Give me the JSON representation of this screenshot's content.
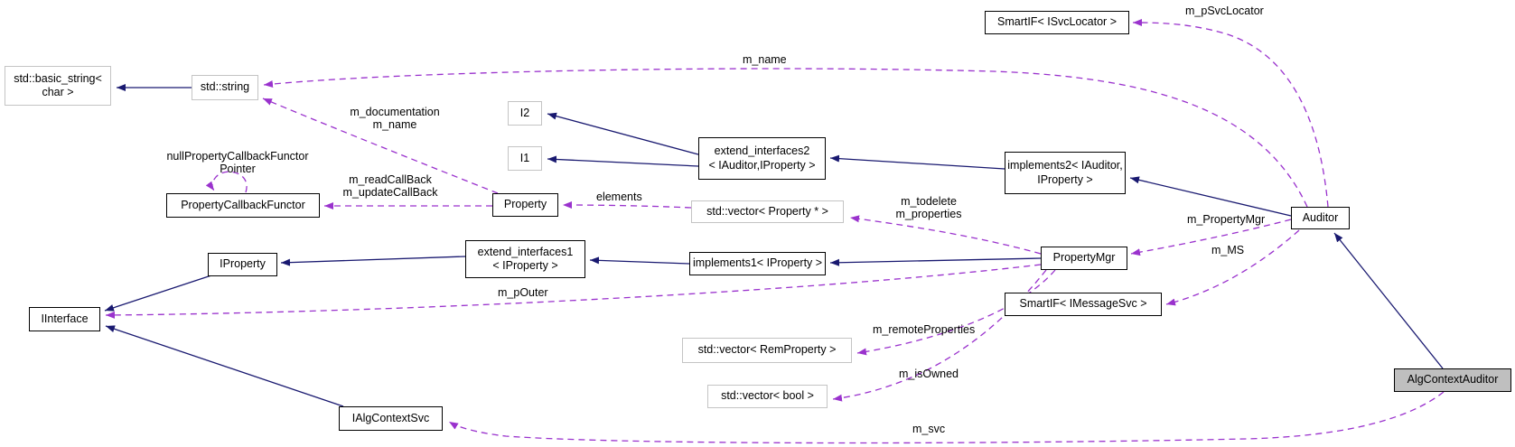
{
  "diagram": {
    "type": "doxygen-collaboration-graph",
    "focus_class": "AlgContextAuditor",
    "colors": {
      "background": "#ffffff",
      "inheritance_edge": "#191970",
      "usage_edge": "#9a32cd",
      "node_border": "#000000",
      "external_node_border": "#c4c4c4",
      "node_fill": "#ffffff",
      "focus_node_fill": "#bfbfbf"
    },
    "nodes": {
      "std_basic_string": {
        "label": "std::basic_string<\nchar >"
      },
      "std_string": {
        "label": "std::string"
      },
      "smartif_isvclocator": {
        "label": "SmartIF< ISvcLocator >"
      },
      "i2": {
        "label": "I2"
      },
      "i1": {
        "label": "I1"
      },
      "extend_interfaces2": {
        "label": "extend_interfaces2\n< IAuditor,IProperty >"
      },
      "implements2": {
        "label": "implements2< IAuditor,\nIProperty >"
      },
      "property_callback_functor": {
        "label": "PropertyCallbackFunctor"
      },
      "property": {
        "label": "Property"
      },
      "vector_property_ptr": {
        "label": "std::vector< Property * >"
      },
      "extend_interfaces1": {
        "label": "extend_interfaces1\n< IProperty >"
      },
      "implements1": {
        "label": "implements1< IProperty >"
      },
      "iproperty": {
        "label": "IProperty"
      },
      "propertymgr": {
        "label": "PropertyMgr"
      },
      "smartif_imessagesvc": {
        "label": "SmartIF< IMessageSvc >"
      },
      "iinterface": {
        "label": "IInterface"
      },
      "vector_remproperty": {
        "label": "std::vector< RemProperty >"
      },
      "vector_bool": {
        "label": "std::vector< bool >"
      },
      "auditor": {
        "label": "Auditor"
      },
      "algcontextauditor": {
        "label": "AlgContextAuditor"
      },
      "ialgcontextsvc": {
        "label": "IAlgContextSvc"
      }
    },
    "edge_labels": {
      "m_pSvcLocator": {
        "label": "m_pSvcLocator"
      },
      "m_name": {
        "label": "m_name"
      },
      "m_documentation_m_name": {
        "label": "m_documentation\nm_name"
      },
      "nullPropertyCallbackFunctorPointer": {
        "label": "nullPropertyCallbackFunctor\nPointer"
      },
      "m_readCallBack_m_updateCallBack": {
        "label": "m_readCallBack\nm_updateCallBack"
      },
      "elements": {
        "label": "elements"
      },
      "m_todelete_m_properties": {
        "label": "m_todelete\nm_properties"
      },
      "m_PropertyMgr": {
        "label": "m_PropertyMgr"
      },
      "m_MS": {
        "label": "m_MS"
      },
      "m_pOuter": {
        "label": "m_pOuter"
      },
      "m_remoteProperties": {
        "label": "m_remoteProperties"
      },
      "m_isOwned": {
        "label": "m_isOwned"
      },
      "m_svc": {
        "label": "m_svc"
      }
    }
  }
}
